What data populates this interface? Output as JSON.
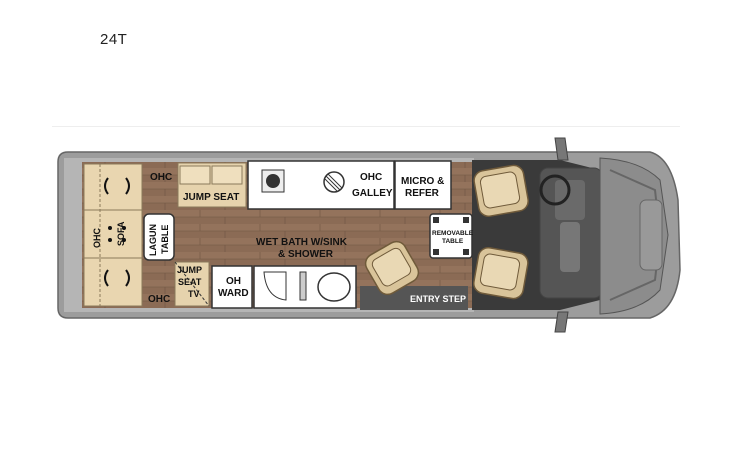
{
  "model": "24T",
  "labels": {
    "ohc_top_left": "OHC",
    "jump_seat": "JUMP SEAT",
    "ohc_galley_1": "OHC",
    "ohc_galley_2": "GALLEY",
    "micro_1": "MICRO &",
    "micro_2": "REFER",
    "ohc_side": "OHC",
    "sofa": "SOFA",
    "lagun_1": "LAGUN",
    "lagun_2": "TABLE",
    "wetbath_1": "WET BATH W/SINK",
    "wetbath_2": "& SHOWER",
    "removable_1": "REMOVABLE",
    "removable_2": "TABLE",
    "jumpseat_tv_1": "JUMP",
    "jumpseat_tv_2": "SEAT",
    "jumpseat_tv_3": "TV",
    "oh_ward_1": "OH",
    "oh_ward_2": "WARD",
    "ohc_bottom_left": "OHC",
    "entry_step": "ENTRY STEP"
  },
  "colors": {
    "body": "#9a9a9a",
    "floor": "#8a6a54",
    "cab_floor": "#3a3a3a",
    "cushion": "#e6d3ad",
    "seat": "#d9c49a",
    "white": "#ffffff"
  }
}
